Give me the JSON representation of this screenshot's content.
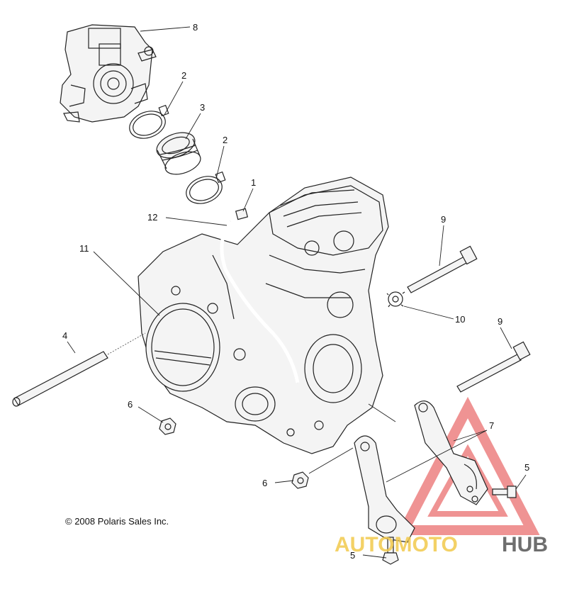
{
  "callouts": [
    {
      "id": "8",
      "label": "8"
    },
    {
      "id": "2a",
      "label": "2"
    },
    {
      "id": "3",
      "label": "3"
    },
    {
      "id": "2b",
      "label": "2"
    },
    {
      "id": "1",
      "label": "1"
    },
    {
      "id": "12",
      "label": "12"
    },
    {
      "id": "11",
      "label": "11"
    },
    {
      "id": "9a",
      "label": "9"
    },
    {
      "id": "10",
      "label": "10"
    },
    {
      "id": "9b",
      "label": "9"
    },
    {
      "id": "4",
      "label": "4"
    },
    {
      "id": "6a",
      "label": "6"
    },
    {
      "id": "6b",
      "label": "6"
    },
    {
      "id": "7",
      "label": "7"
    },
    {
      "id": "5a",
      "label": "5"
    },
    {
      "id": "5b",
      "label": "5"
    }
  ],
  "copyright": "© 2008 Polaris Sales Inc.",
  "watermark": {
    "word_a": "AUTOMOTO",
    "word_b": "HUB",
    "color_a": "#f2c94c",
    "color_b": "#555555",
    "triangle_color": "#e23b3b"
  }
}
